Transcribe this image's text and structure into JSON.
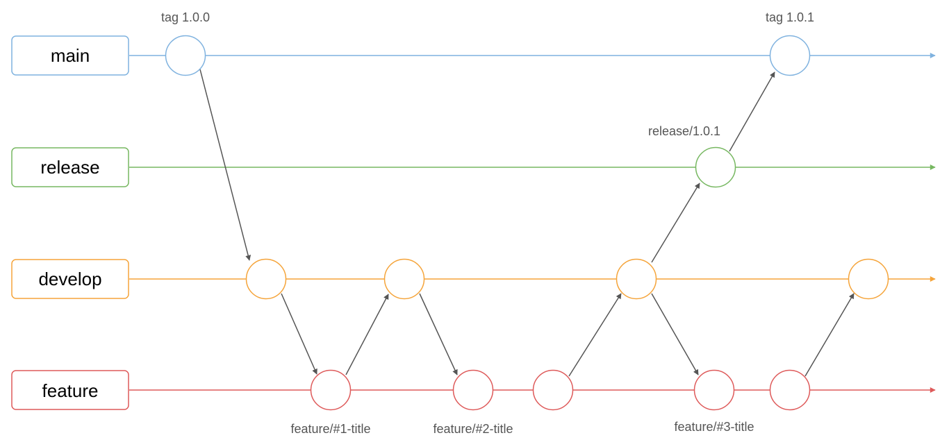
{
  "diagram": {
    "branches": [
      {
        "id": "main",
        "label": "main",
        "color": "#7fb2df"
      },
      {
        "id": "release",
        "label": "release",
        "color": "#76b760"
      },
      {
        "id": "develop",
        "label": "develop",
        "color": "#f5a43a"
      },
      {
        "id": "feature",
        "label": "feature",
        "color": "#de5a5a"
      }
    ],
    "annotations": [
      {
        "id": "tag-100",
        "text": "tag 1.0.0"
      },
      {
        "id": "tag-101",
        "text": "tag 1.0.1"
      },
      {
        "id": "release-101",
        "text": "release/1.0.1"
      },
      {
        "id": "feature-1",
        "text": "feature/#1-title"
      },
      {
        "id": "feature-2",
        "text": "feature/#2-title"
      },
      {
        "id": "feature-3",
        "text": "feature/#3-title"
      }
    ],
    "arrow_color": "#555555"
  }
}
